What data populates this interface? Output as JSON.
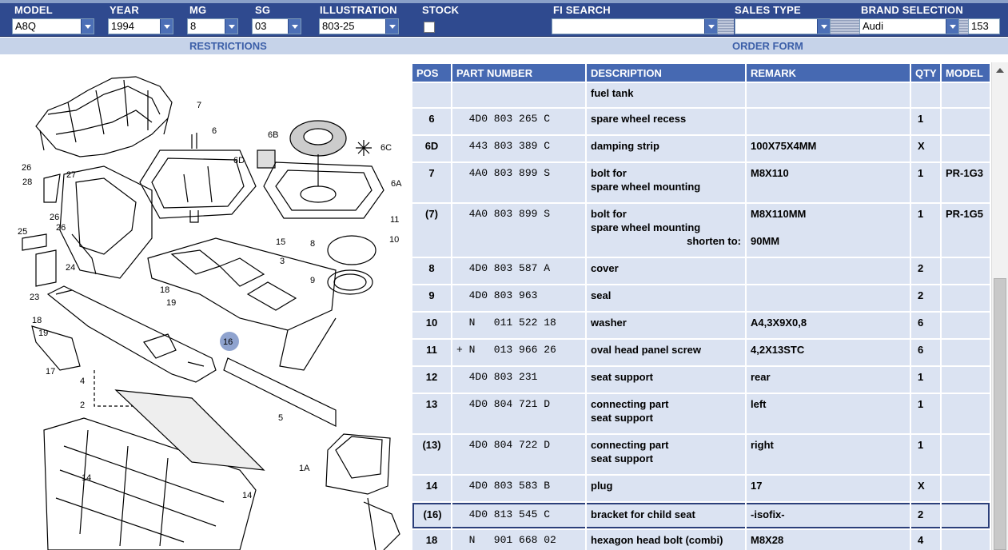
{
  "toolbar": {
    "model": {
      "label": "MODEL",
      "value": "A8Q"
    },
    "year": {
      "label": "YEAR",
      "value": "1994"
    },
    "mg": {
      "label": "MG",
      "value": "8"
    },
    "sg": {
      "label": "SG",
      "value": "03"
    },
    "illustration": {
      "label": "ILLUSTRATION",
      "value": "803-25"
    },
    "stock": {
      "label": "STOCK",
      "checked": false
    },
    "fi_search": {
      "label": "FI SEARCH",
      "value": ""
    },
    "sales_type": {
      "label": "SALES TYPE",
      "value": ""
    },
    "brand": {
      "label": "BRAND SELECTION",
      "value": "Audi",
      "count": "153"
    }
  },
  "subbar": {
    "restrictions": "RESTRICTIONS",
    "order_form": "ORDER FORM"
  },
  "diagram": {
    "callouts": [
      "7",
      "6",
      "6B",
      "6D",
      "6C",
      "6A",
      "11",
      "10",
      "15",
      "3",
      "8",
      "9",
      "16",
      "18",
      "19",
      "26",
      "27",
      "28",
      "25",
      "26",
      "24",
      "23",
      "18",
      "19",
      "17",
      "4",
      "5",
      "2",
      "14",
      "14",
      "1A"
    ],
    "highlighted": "16"
  },
  "table": {
    "headers": [
      "POS",
      "PART NUMBER",
      "DESCRIPTION",
      "REMARK",
      "QTY",
      "MODEL"
    ],
    "rows": [
      {
        "pos": "",
        "pn": "",
        "desc": [
          "fuel tank"
        ],
        "remark": "",
        "qty": "",
        "model": ""
      },
      {
        "pos": "6",
        "pn": "  4D0 803 265 C",
        "desc": [
          "spare wheel recess"
        ],
        "remark": "",
        "qty": "1",
        "model": ""
      },
      {
        "pos": "6D",
        "pn": "  443 803 389 C",
        "desc": [
          "damping strip"
        ],
        "remark": "100X75X4MM",
        "qty": "X",
        "model": ""
      },
      {
        "pos": "7",
        "pn": "  4A0 803 899 S",
        "desc": [
          "bolt for",
          "spare wheel mounting"
        ],
        "remark": "M8X110",
        "qty": "1",
        "model": "PR-1G3"
      },
      {
        "pos": "(7)",
        "pn": "  4A0 803 899 S",
        "desc": [
          "bolt for",
          "spare wheel mounting"
        ],
        "shorten_label": "shorten to:",
        "remark": "M8X110MM",
        "remark2": "90MM",
        "qty": "1",
        "model": "PR-1G5"
      },
      {
        "pos": "8",
        "pn": "  4D0 803 587 A",
        "desc": [
          "cover"
        ],
        "remark": "",
        "qty": "2",
        "model": ""
      },
      {
        "pos": "9",
        "pn": "  4D0 803 963",
        "desc": [
          "seal"
        ],
        "remark": "",
        "qty": "2",
        "model": ""
      },
      {
        "pos": "10",
        "pn": "  N   011 522 18",
        "desc": [
          "washer"
        ],
        "remark": "A4,3X9X0,8",
        "qty": "6",
        "model": ""
      },
      {
        "pos": "11",
        "pn": "+ N   013 966 26",
        "desc": [
          "oval head panel screw"
        ],
        "remark": "4,2X13STC",
        "qty": "6",
        "model": ""
      },
      {
        "pos": "12",
        "pn": "  4D0 803 231",
        "desc": [
          "seat support"
        ],
        "remark": "rear",
        "qty": "1",
        "model": ""
      },
      {
        "pos": "13",
        "pn": "  4D0 804 721 D",
        "desc": [
          "connecting part",
          "seat support"
        ],
        "remark": "left",
        "qty": "1",
        "model": ""
      },
      {
        "pos": "(13)",
        "pn": "  4D0 804 722 D",
        "desc": [
          "connecting part",
          "seat support"
        ],
        "remark": "right",
        "qty": "1",
        "model": ""
      },
      {
        "pos": "14",
        "pn": "  4D0 803 583 B",
        "desc": [
          "plug"
        ],
        "remark": "17",
        "qty": "X",
        "model": ""
      },
      {
        "pos": "(16)",
        "pn": "  4D0 813 545 C",
        "desc": [
          "bracket for child seat"
        ],
        "remark": "-isofix-",
        "qty": "2",
        "model": "",
        "selected": true
      },
      {
        "pos": "18",
        "pn": "  N   901 668 02",
        "desc": [
          "hexagon head bolt (combi)"
        ],
        "remark": "M8X28",
        "qty": "4",
        "model": ""
      }
    ]
  }
}
